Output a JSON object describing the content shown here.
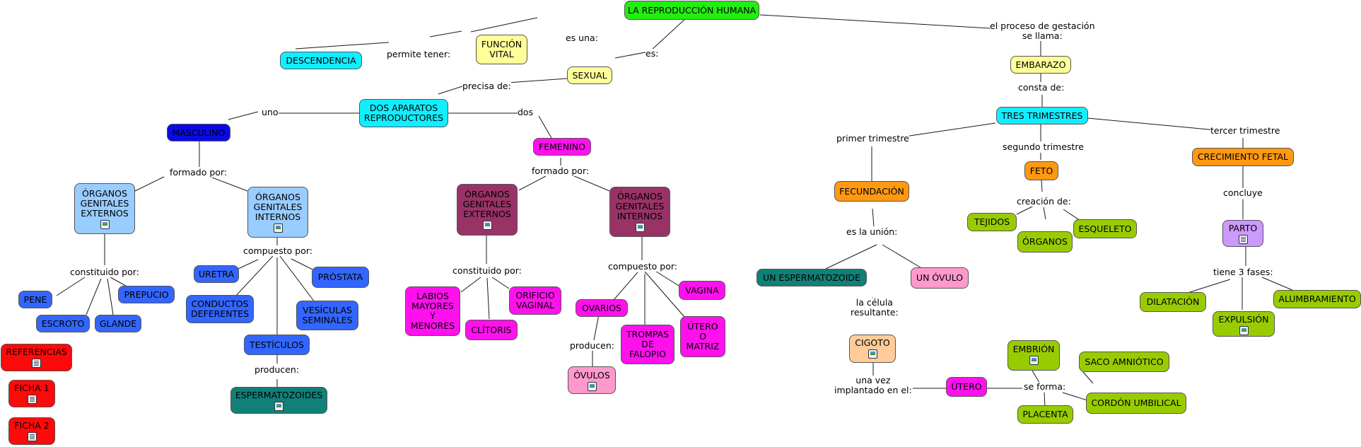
{
  "nodes": {
    "repro": "LA REPRODUCCIÓN HUMANA",
    "funcion": "FUNCIÓN\nVITAL",
    "descendencia": "DESCENDENCIA",
    "sexual": "SEXUAL",
    "dos_aparatos": "DOS APARATOS\nREPRODUCTORES",
    "masculino": "MASCULINO",
    "femenino": "FEMENINO",
    "ogem": "ÓRGANOS\nGENITALES\nEXTERNOS",
    "ogim": "ÓRGANOS\nGENITALES\nINTERNOS",
    "pene": "PENE",
    "prepucio": "PREPUCIO",
    "escroto": "ESCROTO",
    "glande": "GLANDE",
    "uretra": "URETRA",
    "prostata": "PRÓSTATA",
    "conductos": "CONDUCTOS\nDEFERENTES",
    "vesiculas": "VESÍCULAS\nSEMINALES",
    "testiculos": "TESTÍCULOS",
    "esperma": "ESPERMATOZOIDES",
    "referencias": "REFERENCIAS",
    "ficha1": "FICHA 1",
    "ficha2": "FICHA 2",
    "ogef": "ÓRGANOS\nGENITALES\nEXTERNOS",
    "ogif": "ÓRGANOS\nGENITALES\nINTERNOS",
    "labios": "LABIOS\nMAYORES\nY\nMENORES",
    "orificio": "ORIFICIO\nVAGINAL",
    "clitoris": "CLÍTORIS",
    "vagina": "VAGINA",
    "ovarios": "OVARIOS",
    "trompas": "TROMPAS\nDE\nFALOPIO",
    "utero_matriz": "ÚTERO\nO\nMATRIZ",
    "ovulos": "ÓVULOS",
    "embarazo": "EMBARAZO",
    "trimestres": "TRES TRIMESTRES",
    "fecundacion": "FECUNDACIÓN",
    "espermatozoide": "UN ESPERMATOZOIDE",
    "ovulo": "UN ÓVULO",
    "cigoto": "CIGOTO",
    "utero": "ÚTERO",
    "embrion": "EMBRIÓN",
    "saco": "SACO AMNIÓTICO",
    "placenta": "PLACENTA",
    "cordon": "CORDÓN UMBILICAL",
    "feto": "FETO",
    "tejidos": "TEJIDOS",
    "organos": "ÓRGANOS",
    "esqueleto": "ESQUELETO",
    "crecimiento": "CRECIMIENTO FETAL",
    "parto": "PARTO",
    "dilatacion": "DILATACIÓN",
    "expulsion": "EXPULSIÓN",
    "alumbramiento": "ALUMBRAMIENTO"
  },
  "labels": {
    "es_una": "es una:",
    "es": "es:",
    "permite": "permite tener:",
    "precisa": "precisa de:",
    "uno": "uno",
    "dos": "dos",
    "formado_m": "formado por:",
    "formado_f": "formado por:",
    "constituido_m": "constituido por:",
    "compuesto_m": "compuesto por:",
    "producen_m": "producen:",
    "constituido_f": "constituido por:",
    "compuesto_f": "compuesto por:",
    "producen_f": "producen:",
    "gestacion": "el proceso de gestación\nse llama:",
    "consta": "consta de:",
    "primer": "primer trimestre",
    "segundo": "segundo trimestre",
    "tercer": "tercer trimestre",
    "union": "es la unión:",
    "celula": "la célula\nresultante:",
    "implantado": "una vez\nimplantado en el:",
    "se_forma": "se forma:",
    "creacion": "creación de:",
    "concluye": "concluye",
    "fases": "tiene 3 fases:"
  },
  "colors": {
    "green": "#22ee11",
    "yellow": "#ffff99",
    "cyan": "#11eeff",
    "blue": "#0a0ae8",
    "magenta": "#ff11ee",
    "light_blue": "#99ccff",
    "royal": "#3366ff",
    "wine": "#993366",
    "teal": "#118077",
    "red": "#ff0a0a",
    "pink": "#ff99cc",
    "orange": "#ff9911",
    "peach": "#ffcc99",
    "olive": "#99cc00",
    "lavender": "#cc99ff"
  }
}
